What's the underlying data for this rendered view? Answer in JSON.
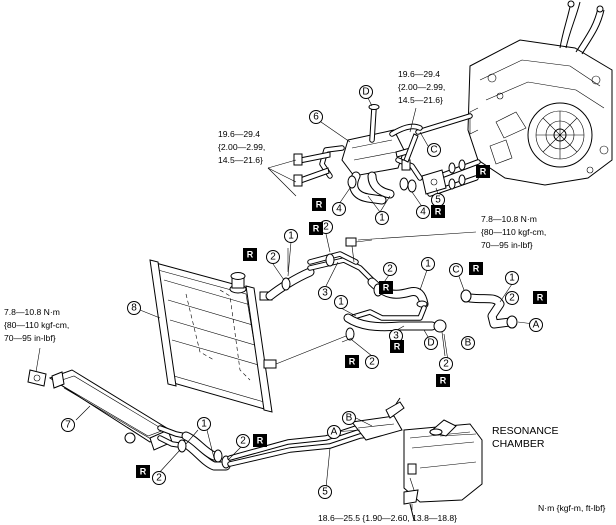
{
  "torque": {
    "upper_left": [
      "19.6—29.4",
      "{2.00—2.99,",
      "14.5—21.6}"
    ],
    "upper_right": [
      "19.6—29.4",
      "{2.00—2.99,",
      "14.5—21.6}"
    ],
    "mid_right": [
      "7.8—10.8 N·m",
      "{80—110 kgf-cm,",
      "70—95 in-lbf}"
    ],
    "left": [
      "7.8—10.8 N·m",
      "{80—110 kgf-cm,",
      "70—95 in-lbf}"
    ],
    "bottom": "18.6—25.5 {1.90—2.60, 13.8—18.8}"
  },
  "callout": [
    "RESONANCE",
    "CHAMBER"
  ],
  "units": "N·m {kgf-m, ft-lbf}",
  "marker_r": "R",
  "parts": {
    "p1": "1",
    "p2": "2",
    "p3": "3",
    "p4": "4",
    "p5": "5",
    "p6": "6",
    "p7": "7",
    "p8": "8"
  },
  "letters": {
    "a": "A",
    "b": "B",
    "c": "C",
    "d": "D"
  }
}
